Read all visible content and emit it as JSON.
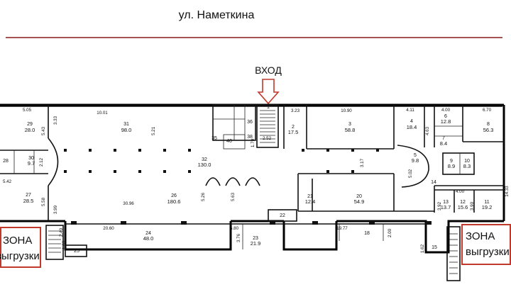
{
  "street": {
    "name": "ул. Наметкина"
  },
  "entrance": {
    "label": "ВХОД"
  },
  "zones": {
    "left": {
      "line1": "ЗОНА",
      "line2": "выгрузки"
    },
    "right": {
      "line1": "ЗОНА",
      "line2": "выгрузки"
    }
  },
  "colors": {
    "street_line": "#8b1a1a",
    "entrance_arrow": "#c0392b",
    "zone_border": "#c0392b"
  },
  "rooms": [
    {
      "id": "31",
      "number": "31",
      "area": "98.0"
    },
    {
      "id": "29",
      "number": "29",
      "area": "28.0"
    },
    {
      "id": "28",
      "number": "28",
      "area": ""
    },
    {
      "id": "30",
      "number": "30",
      "area": "9.7"
    },
    {
      "id": "27",
      "number": "27",
      "area": "28.5"
    },
    {
      "id": "26",
      "number": "26",
      "area": "180.6"
    },
    {
      "id": "32",
      "number": "32",
      "area": "130.0"
    },
    {
      "id": "35",
      "number": "35",
      "area": ""
    },
    {
      "id": "40",
      "number": "40",
      "area": ""
    },
    {
      "id": "36",
      "number": "36",
      "area": ""
    },
    {
      "id": "38",
      "number": "38",
      "area": ""
    },
    {
      "id": "1",
      "number": "1",
      "area": ""
    },
    {
      "id": "2",
      "number": "2",
      "area": "17.5"
    },
    {
      "id": "3",
      "number": "3",
      "area": "58.8"
    },
    {
      "id": "4",
      "number": "4",
      "area": "18.4"
    },
    {
      "id": "6",
      "number": "6",
      "area": "12.8"
    },
    {
      "id": "7",
      "number": "7",
      "area": "8.4"
    },
    {
      "id": "8",
      "number": "8",
      "area": "56.3"
    },
    {
      "id": "5",
      "number": "5",
      "area": "9.8"
    },
    {
      "id": "9",
      "number": "9",
      "area": "8.9"
    },
    {
      "id": "10",
      "number": "10",
      "area": "8.3"
    },
    {
      "id": "14",
      "number": "14",
      "area": ""
    },
    {
      "id": "21",
      "number": "21",
      "area": "12.4"
    },
    {
      "id": "20",
      "number": "20",
      "area": "54.9"
    },
    {
      "id": "13",
      "number": "13",
      "area": "13.7"
    },
    {
      "id": "12",
      "number": "12",
      "area": "15.6"
    },
    {
      "id": "11",
      "number": "11",
      "area": "19.2"
    },
    {
      "id": "22",
      "number": "22",
      "area": ""
    },
    {
      "id": "24",
      "number": "24",
      "area": "48.0"
    },
    {
      "id": "23",
      "number": "23",
      "area": "21.9"
    },
    {
      "id": "18",
      "number": "18",
      "area": ""
    },
    {
      "id": "25",
      "number": "25",
      "area": ""
    },
    {
      "id": "15",
      "number": "15",
      "area": ""
    }
  ],
  "dimensions": {
    "d_505": "5.05",
    "d_1001": "10.01",
    "d_333": "3.33",
    "d_543": "5.43",
    "d_521": "5.21",
    "d_323": "3.23",
    "d_1090": "10.90",
    "d_411": "4.11",
    "d_400a": "4.00",
    "d_670": "6.70",
    "d_463": "4.63",
    "d_252": "2.52",
    "d_170": "1.70",
    "d_542": "5.42",
    "d_212": "2.12",
    "d_558": "5.58",
    "d_399": "3.99",
    "d_3096": "30.96",
    "d_526": "5.26",
    "d_563": "5.63",
    "d_317": "3.17",
    "d_502": "5.02",
    "d_400b": "4.00",
    "d_1433": "14.33",
    "d_392": "3.92",
    "d_390": "3.90",
    "d_2060": "20.60",
    "d_580": "5.80",
    "d_1977": "19.77",
    "d_200": "2.00",
    "d_376": "3.76",
    "d_240": "2.40",
    "d_162": "1.62",
    "d_160": "1.60"
  }
}
